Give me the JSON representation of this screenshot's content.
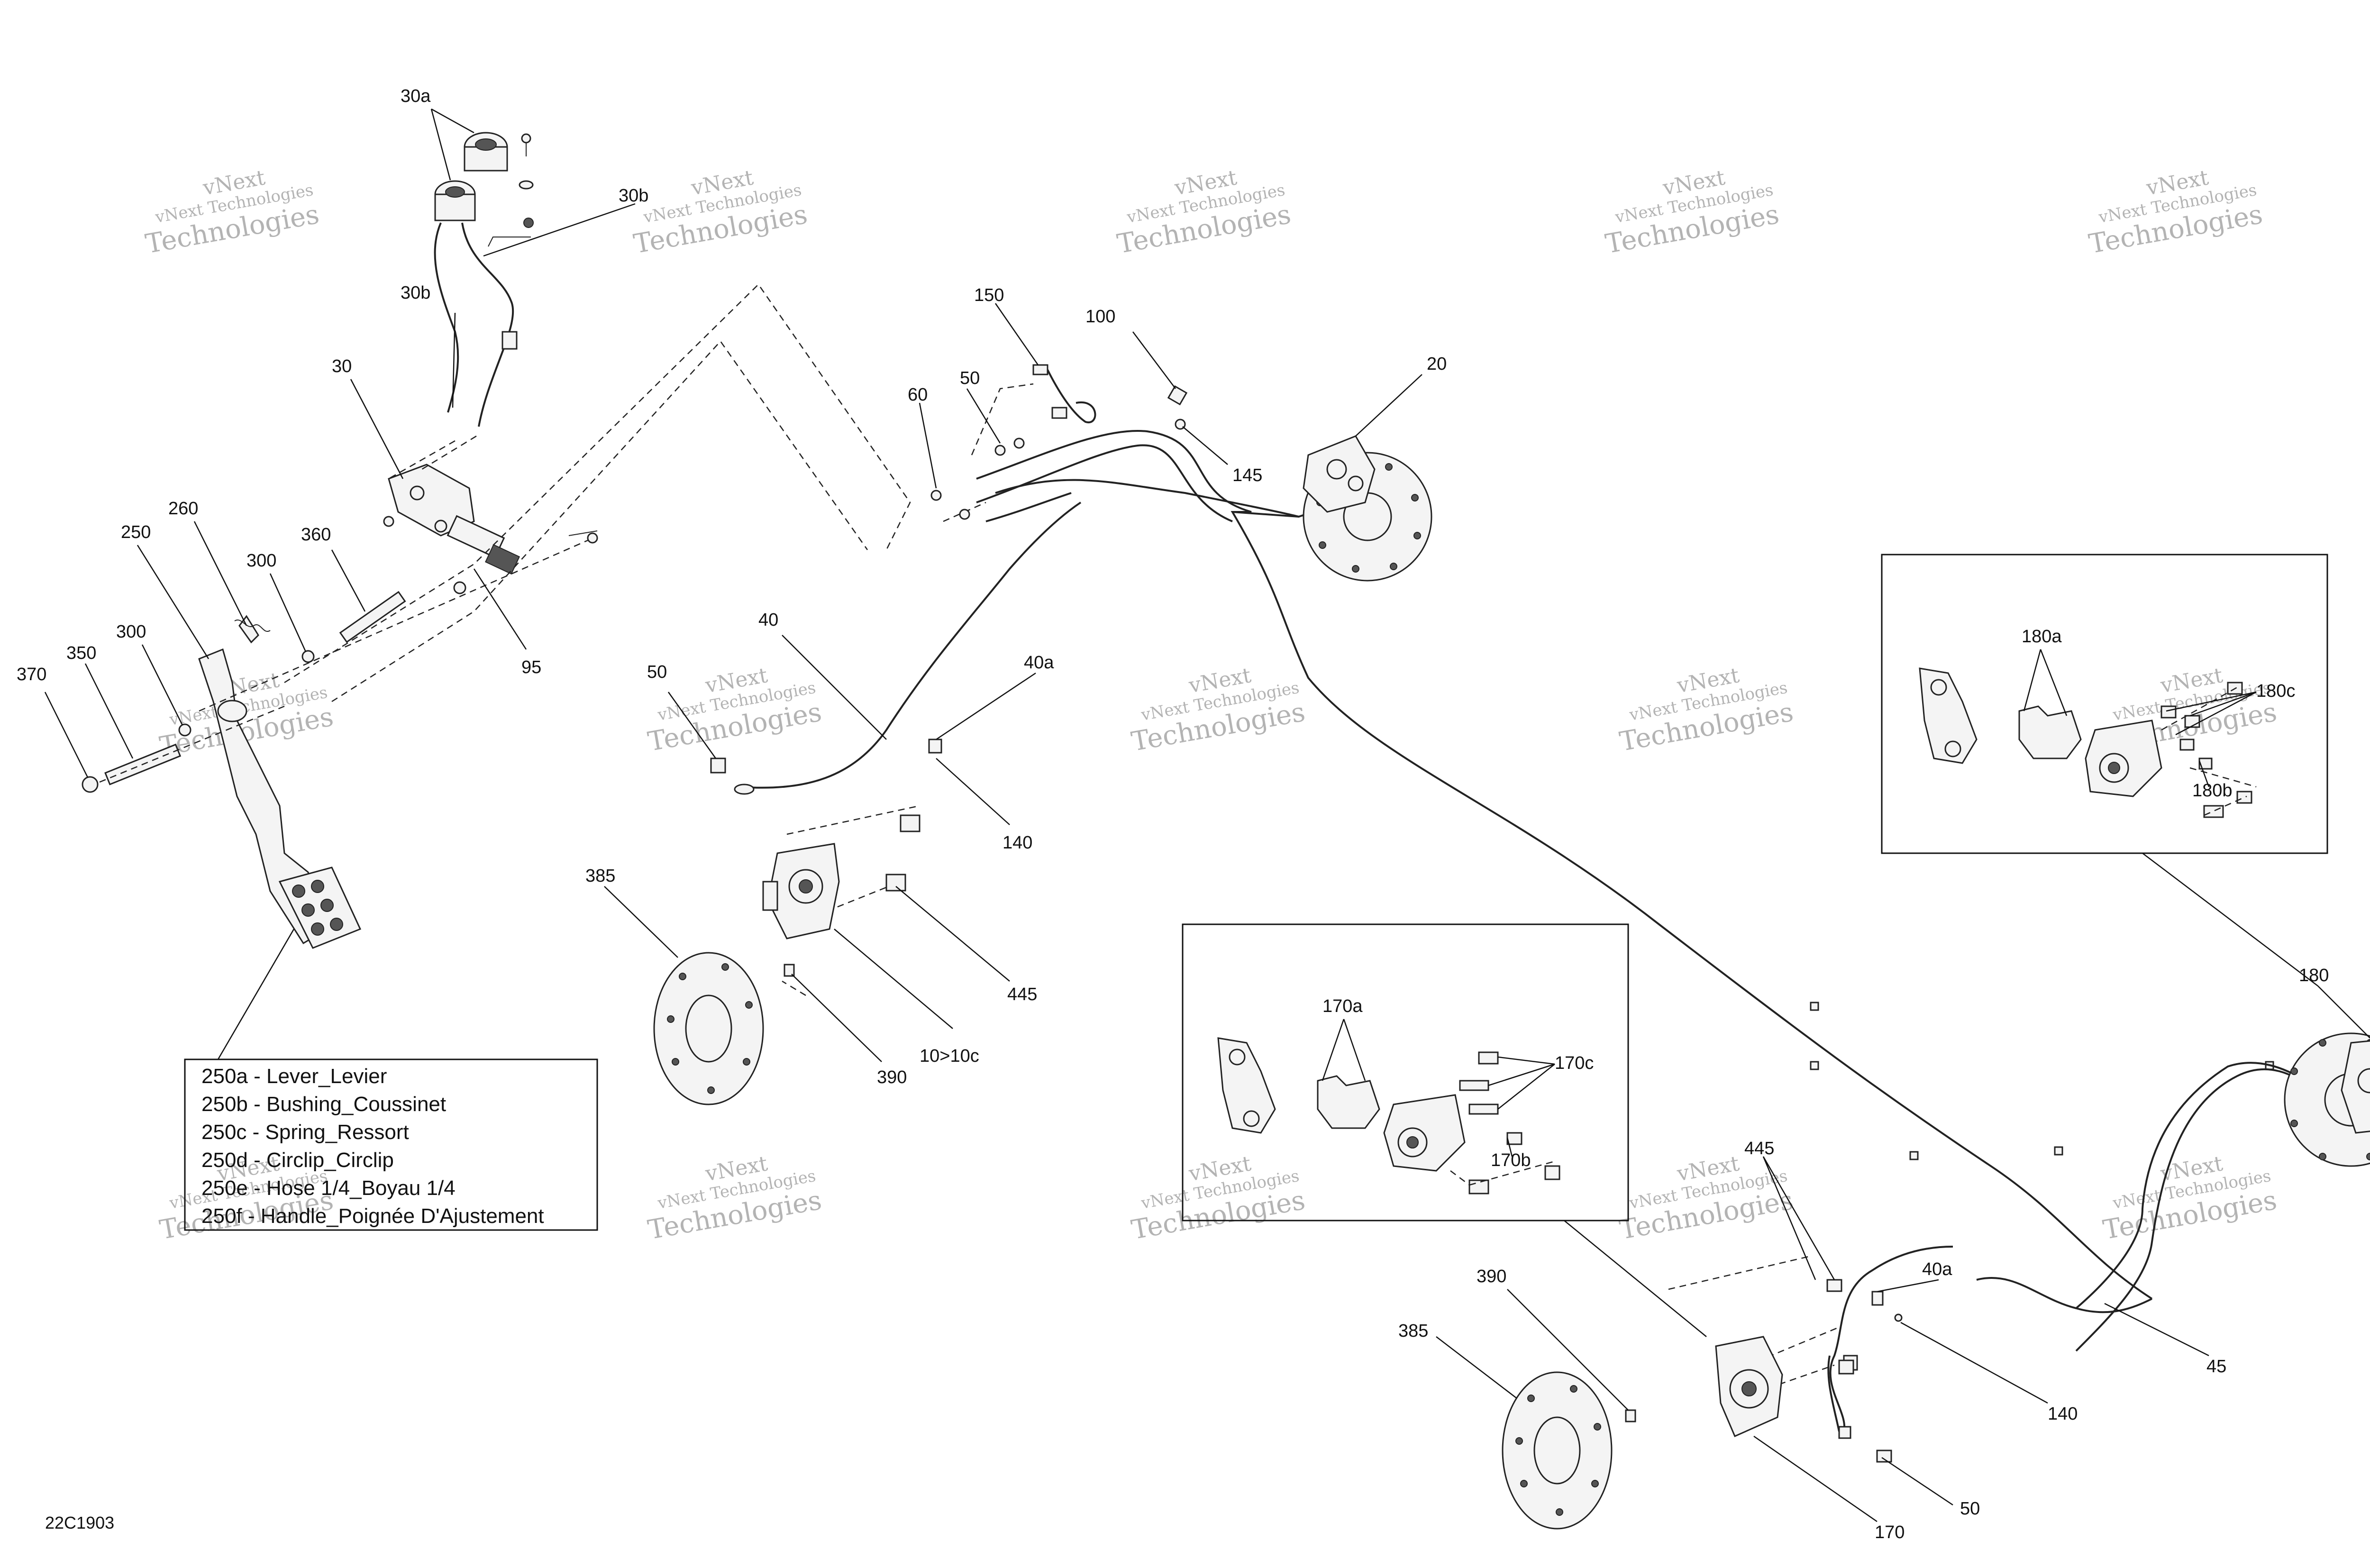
{
  "callouts": {
    "c30a": "30a",
    "c30b_top": "30b",
    "c30b_left": "30b",
    "c30": "30",
    "c260": "260",
    "c250": "250",
    "c360": "360",
    "c300_top": "300",
    "c300_left": "300",
    "c370": "370",
    "c350": "350",
    "c95": "95",
    "c150": "150",
    "c100": "100",
    "c20": "20",
    "c60": "60",
    "c50_top": "50",
    "c145": "145",
    "c40": "40",
    "c40a_top": "40a",
    "c50_mid": "50",
    "c140_top": "140",
    "c385_left": "385",
    "c390_left": "390",
    "c445_left": "445",
    "c10": "10>10c",
    "c180a": "180a",
    "c180c": "180c",
    "c180b": "180b",
    "c180": "180",
    "c170a": "170a",
    "c170c": "170c",
    "c170b": "170b",
    "c445_right": "445",
    "c40a_bottom": "40a",
    "c390_right": "390",
    "c385_right": "385",
    "c140_bottom": "140",
    "c45": "45",
    "c50_bottom": "50",
    "c170": "170"
  },
  "legend": {
    "items": [
      "250a - Lever_Levier",
      "250b - Bushing_Coussinet",
      "250c - Spring_Ressort",
      "250d - Circlip_Circlip",
      "250e - Hose 1/4_Boyau 1/4",
      "250f - Handle_Poignée D'Ajustement"
    ]
  },
  "watermark": {
    "line1": "vNext Technologies",
    "line2": "Technologies",
    "line3": "vNext"
  },
  "diagram_code": "22C1903"
}
